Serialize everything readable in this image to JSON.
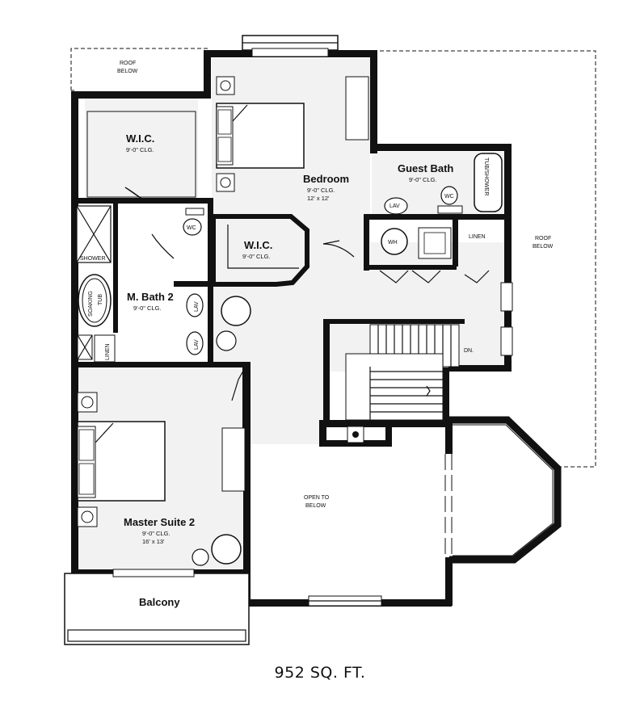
{
  "rooms": {
    "wic1": {
      "title": "W.I.C.",
      "ceiling": "9'-0\" CLG."
    },
    "bedroom": {
      "title": "Bedroom",
      "ceiling": "9'-0\" CLG.",
      "size": "12' x 12'"
    },
    "guest_bath": {
      "title": "Guest Bath",
      "ceiling": "9'-0\" CLG."
    },
    "wic2": {
      "title": "W.I.C.",
      "ceiling": "9'-0\" CLG."
    },
    "mbath": {
      "title": "M. Bath 2",
      "ceiling": "9'-0\" CLG."
    },
    "master": {
      "title": "Master Suite 2",
      "ceiling": "9'-0\" CLG.",
      "size": "16' x 13'"
    },
    "balcony": {
      "title": "Balcony"
    }
  },
  "labels": {
    "roof_below_left_1": "ROOF",
    "roof_below_left_2": "BELOW",
    "roof_below_right_1": "ROOF",
    "roof_below_right_2": "BELOW",
    "open_to_below_1": "OPEN TO",
    "open_to_below_2": "BELOW",
    "shower": "SHOWER",
    "soaking_1": "SOAKING",
    "soaking_2": "TUB",
    "tub_shower": "TUB/SHOWER",
    "linen_top": "LINEN",
    "linen_bottom": "LINEN",
    "wh": "WH",
    "dn": "DN.",
    "wc_master": "WC",
    "wc_guest": "WC",
    "lav_guest": "LAV",
    "lav_master_1": "LAV",
    "lav_master_2": "LAV"
  },
  "footer": {
    "area": "952 SQ. FT."
  }
}
